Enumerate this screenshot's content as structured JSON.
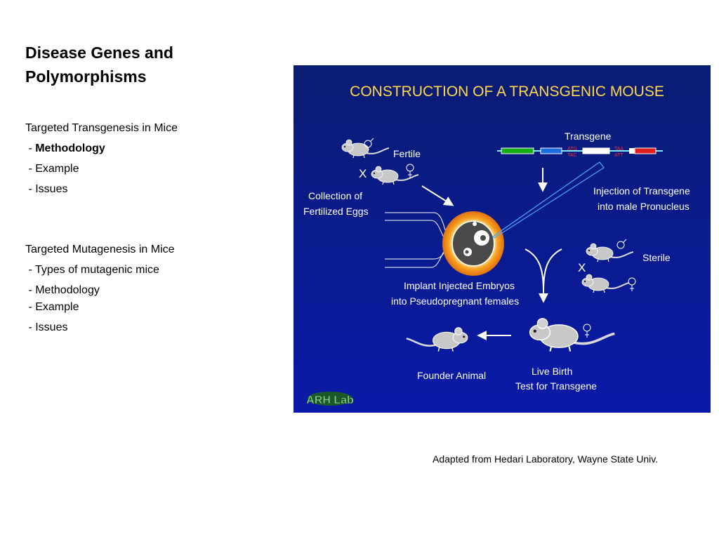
{
  "slide": {
    "title_line1": "Disease Genes and",
    "title_line2": "Polymorphisms",
    "outline": {
      "section1": "Targeted Transgenesis in Mice",
      "s1_items": [
        {
          "prefix": " - ",
          "text": "Methodology",
          "bold": true
        },
        {
          "prefix": " - ",
          "text": "Example"
        },
        {
          "prefix": " - ",
          "text": "Issues"
        }
      ],
      "section2": "Targeted Mutagenesis in Mice",
      "s2_items": [
        {
          "prefix": " - ",
          "text": "Types of mutagenic mice"
        },
        {
          "prefix": " - ",
          "text": "Methodology"
        },
        {
          "prefix": " - ",
          "text": "Example"
        },
        {
          "prefix": " - ",
          "text": "Issues"
        }
      ]
    },
    "caption": "Adapted from Hedari Laboratory, Wayne State Univ."
  },
  "diagram": {
    "title": "CONSTRUCTION OF A TRANSGENIC MOUSE",
    "labels": {
      "fertile": "Fertile",
      "collection_1": "Collection of",
      "collection_2": "Fertilized Eggs",
      "transgene": "Transgene",
      "atg": "ATG",
      "tac": "TAC",
      "taa": "TAA",
      "att": "ATT",
      "injection_1": "Injection of Transgene",
      "injection_2": "into male Pronucleus",
      "sterile": "Sterile",
      "implant_1": "Implant Injected Embryos",
      "implant_2": "into  Pseudopregnant females",
      "founder": "Founder Animal",
      "live_birth": "Live Birth",
      "test": "Test for Transgene",
      "cross_1": "X",
      "cross_2": "X",
      "logo_text": "ARH Lab"
    },
    "colors": {
      "bg_top": "#0a1c72",
      "bg_bottom": "#0a1aa8",
      "title": "#ffd94a",
      "text": "#ffffff",
      "gene_green": "#18b018",
      "gene_blue": "#1c6ee0",
      "gene_red": "#e02020",
      "codon": "#e02020",
      "egg_halo": "#f6a020"
    }
  }
}
